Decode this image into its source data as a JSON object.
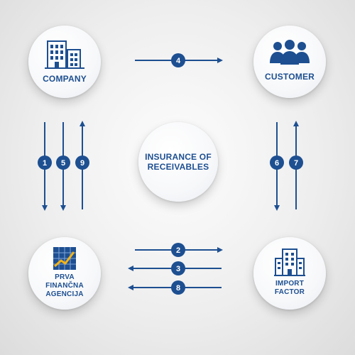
{
  "nodes": {
    "company": {
      "label": "COMPANY",
      "icon": "office-buildings-icon"
    },
    "customer": {
      "label": "CUSTOMER",
      "icon": "people-group-icon"
    },
    "insurance": {
      "label_line1": "INSURANCE OF",
      "label_line2": "RECEIVABLES"
    },
    "prva": {
      "label_line1": "PRVA",
      "label_line2": "FINANČNA",
      "label_line3": "AGENCIJA",
      "icon": "growth-chart-icon"
    },
    "import_factor": {
      "label_line1": "IMPORT",
      "label_line2": "FACTOR",
      "icon": "office-tower-icon"
    }
  },
  "steps": {
    "s1": "1",
    "s2": "2",
    "s3": "3",
    "s4": "4",
    "s5": "5",
    "s6": "6",
    "s7": "7",
    "s8": "8",
    "s9": "9"
  },
  "colors": {
    "primary": "#1d4f91",
    "accent": "#f2b417"
  }
}
